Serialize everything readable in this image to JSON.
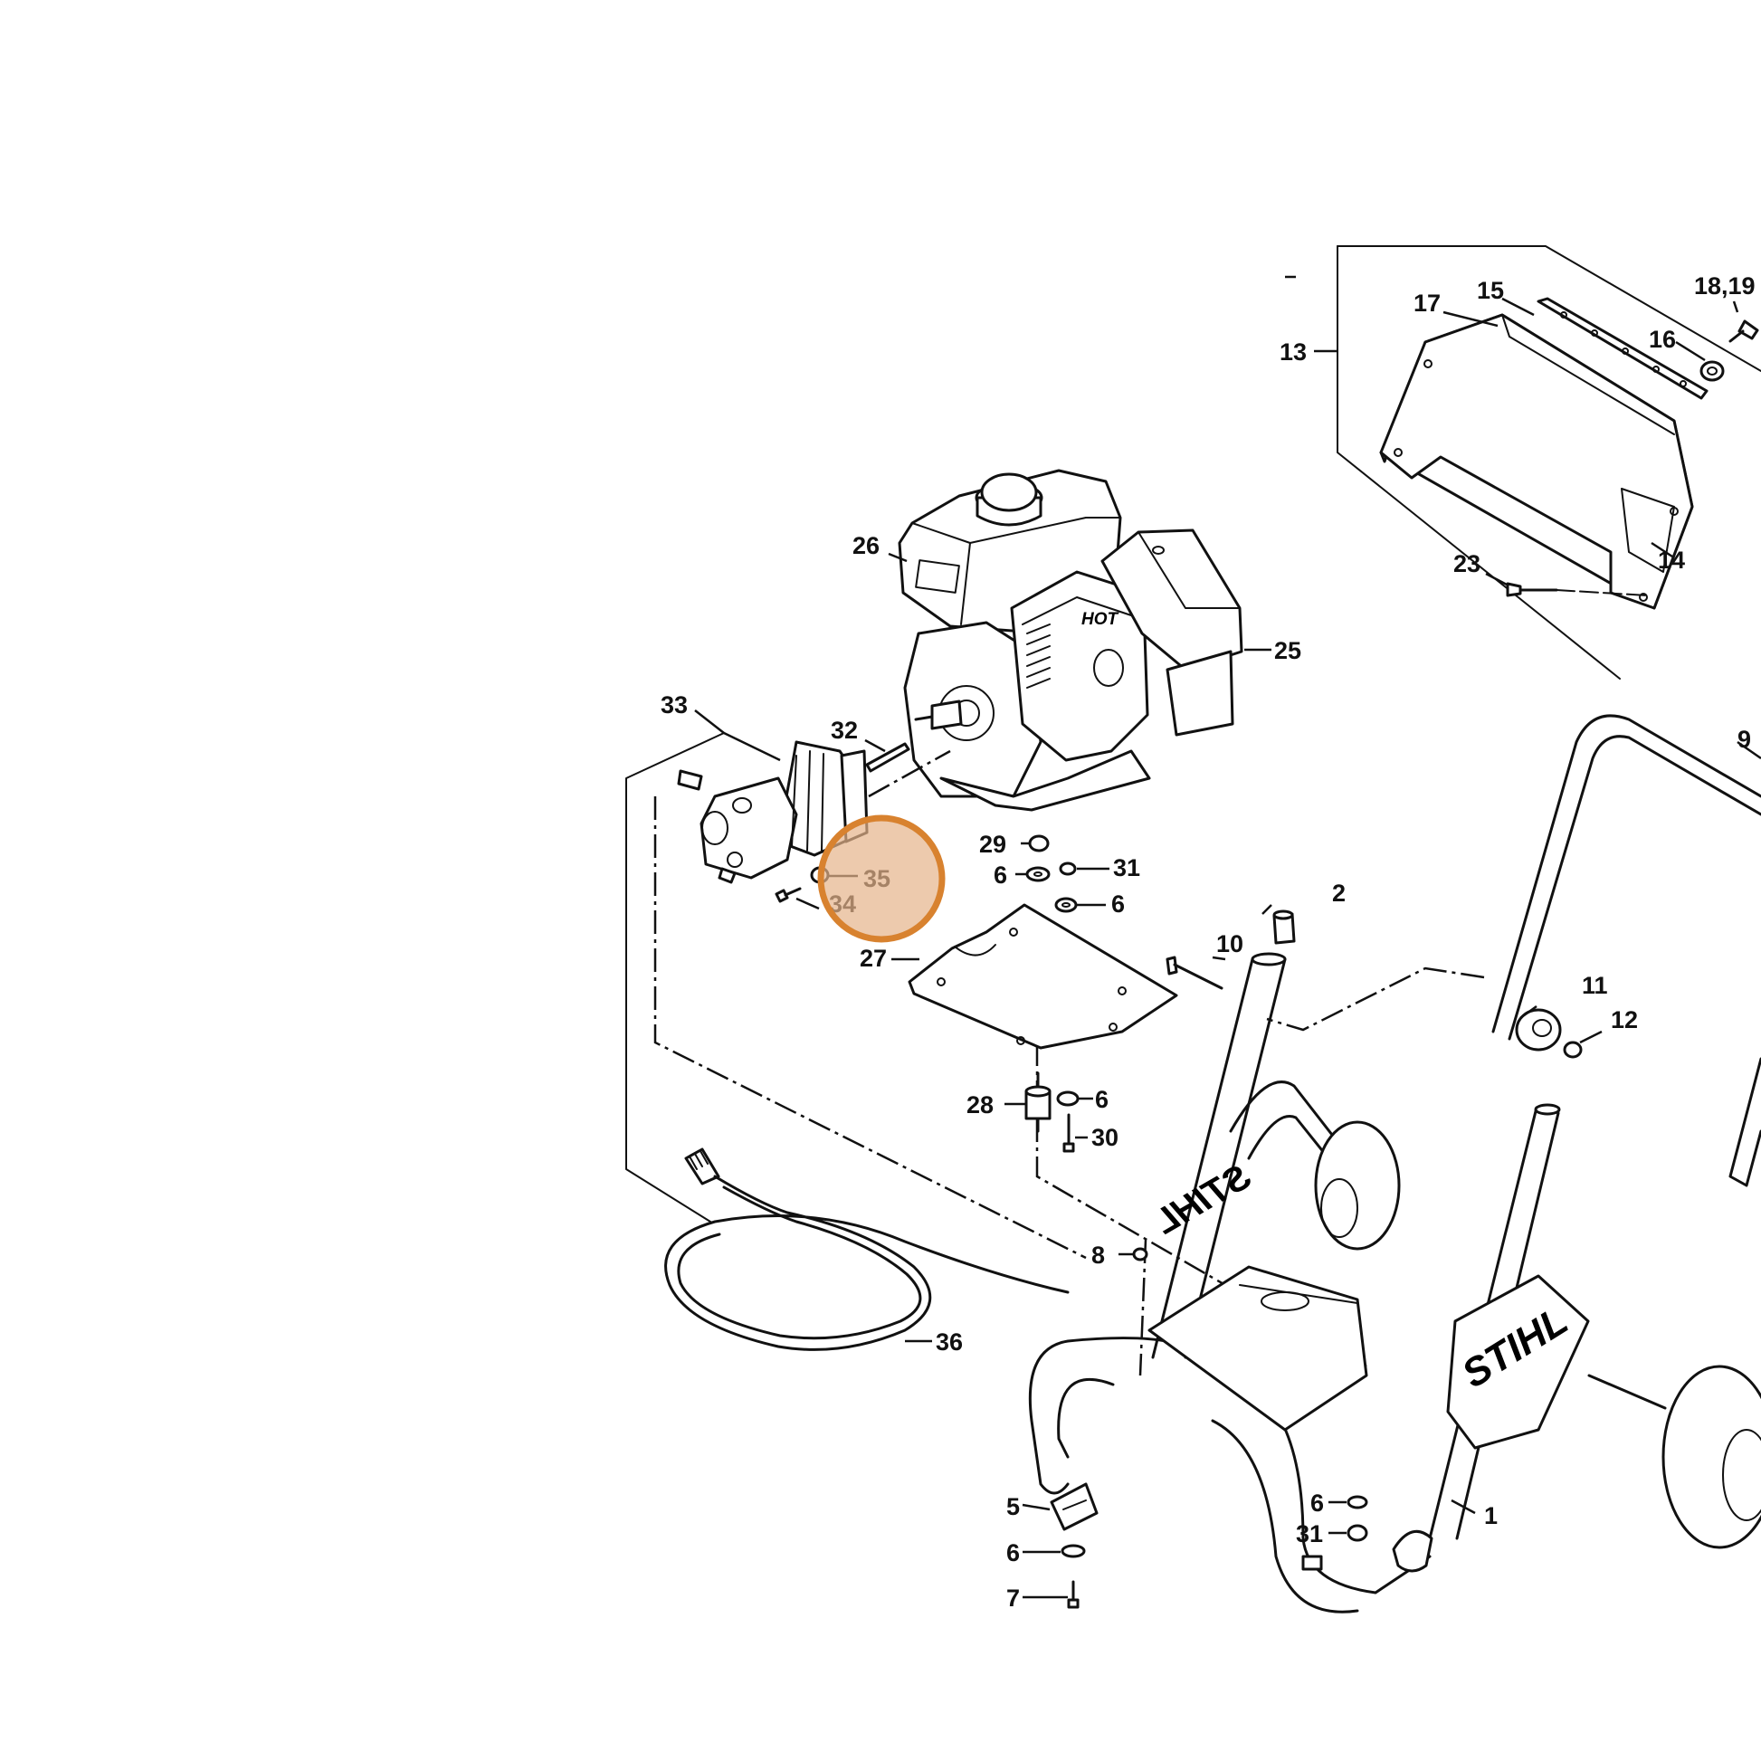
{
  "diagram": {
    "part_labels": {
      "p1": "1",
      "p2": "2",
      "p5": "5",
      "p6a": "6",
      "p6b": "6",
      "p6c": "6",
      "p6d": "6",
      "p6e": "6",
      "p7": "7",
      "p8": "8",
      "p9": "9",
      "p10": "10",
      "p11": "11",
      "p12": "12",
      "p13": "13",
      "p14": "14",
      "p15": "15",
      "p16": "16",
      "p17": "17",
      "p18_19": "18,19",
      "p23": "23",
      "p25": "25",
      "p26": "26",
      "p27": "27",
      "p28": "28",
      "p29": "29",
      "p30": "30",
      "p31a": "31",
      "p31b": "31",
      "p32": "32",
      "p33": "33",
      "p34": "34",
      "p35": "35",
      "p36": "36"
    },
    "engine_warning_text": "HOT",
    "brand_frame": "STIHL",
    "brand_mirrored": "STIHL",
    "highlight": {
      "target_part": "35",
      "color": "#D8822F",
      "fill": "#E6B48A"
    }
  }
}
